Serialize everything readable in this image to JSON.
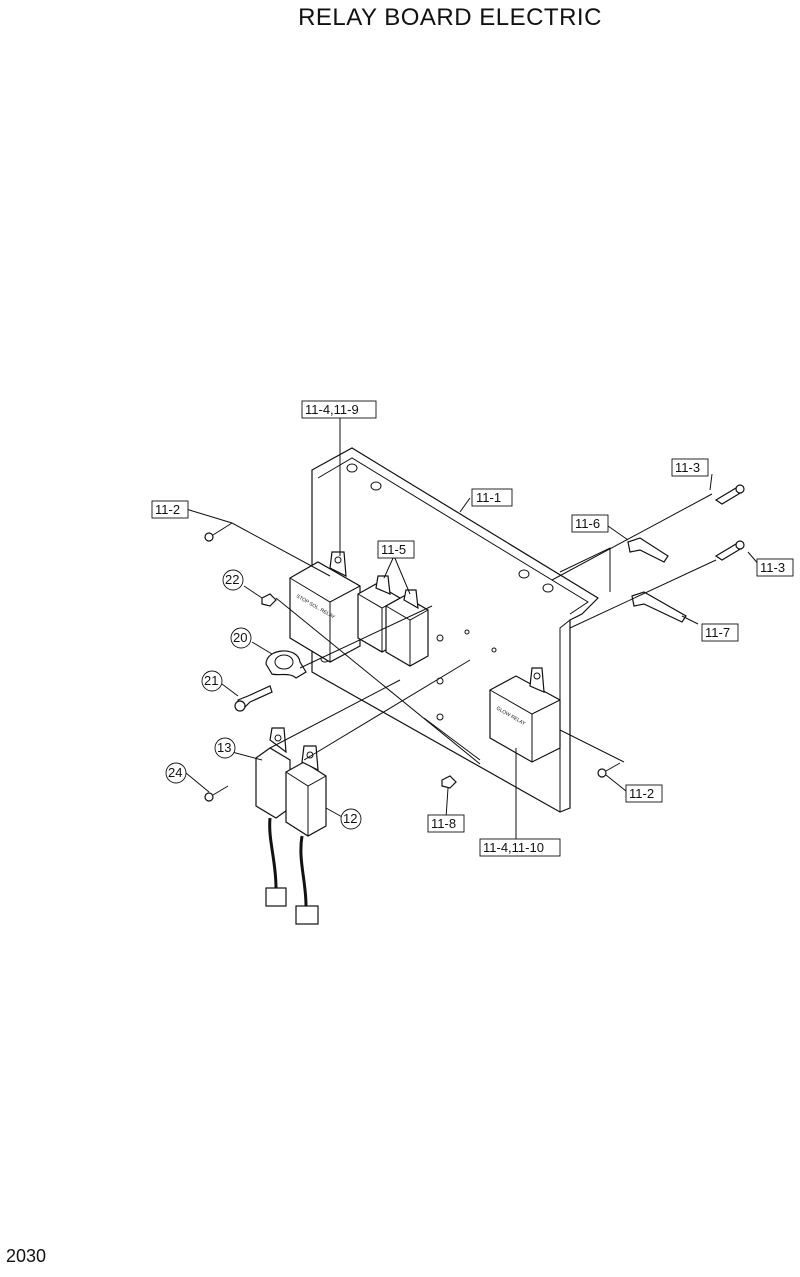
{
  "title": "RELAY BOARD ELECTRIC",
  "page_number": "2030",
  "relay_texts": {
    "stop_sol": "STOP SOL. RELAY",
    "glow": "GLOW RELAY"
  },
  "callouts": {
    "c_11_4_11_9": "11-4,11-9",
    "c_11_1": "11-1",
    "c_11_2_top": "11-2",
    "c_11_3_top": "11-3",
    "c_11_6": "11-6",
    "c_11_5": "11-5",
    "c_11_3_right": "11-3",
    "c_22": "22",
    "c_11_7": "11-7",
    "c_20": "20",
    "c_21": "21",
    "c_13": "13",
    "c_24": "24",
    "c_11_2_right": "11-2",
    "c_12": "12",
    "c_11_8": "11-8",
    "c_11_4_11_10": "11-4,11-10"
  }
}
